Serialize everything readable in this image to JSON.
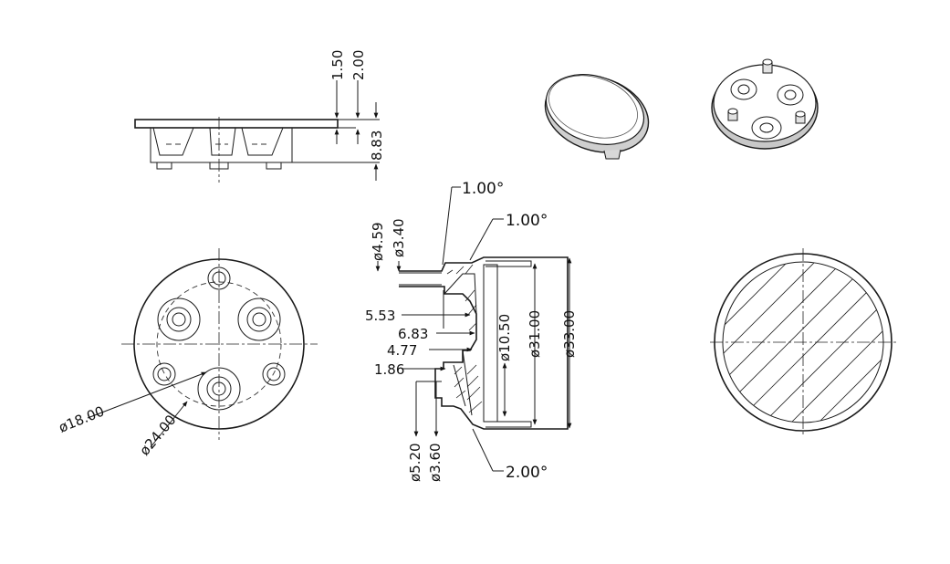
{
  "colors": {
    "line": "#1a1a1a",
    "background": "#ffffff",
    "shade": "#b8b8b8"
  },
  "side_view": {
    "dims": [
      "1.50",
      "2.00",
      "8.83"
    ]
  },
  "section_view": {
    "angles": [
      "1.00°",
      "1.00°",
      "2.00°"
    ],
    "dims_vertical": [
      "ø4.59",
      "ø3.40",
      "ø10.50",
      "ø31.00",
      "ø33.00",
      "ø5.20",
      "ø3.60"
    ],
    "dims_horizontal": [
      "5.53",
      "6.83",
      "4.77",
      "1.86"
    ]
  },
  "bottom_view": {
    "dims": [
      "ø18.00",
      "ø24.00"
    ]
  }
}
